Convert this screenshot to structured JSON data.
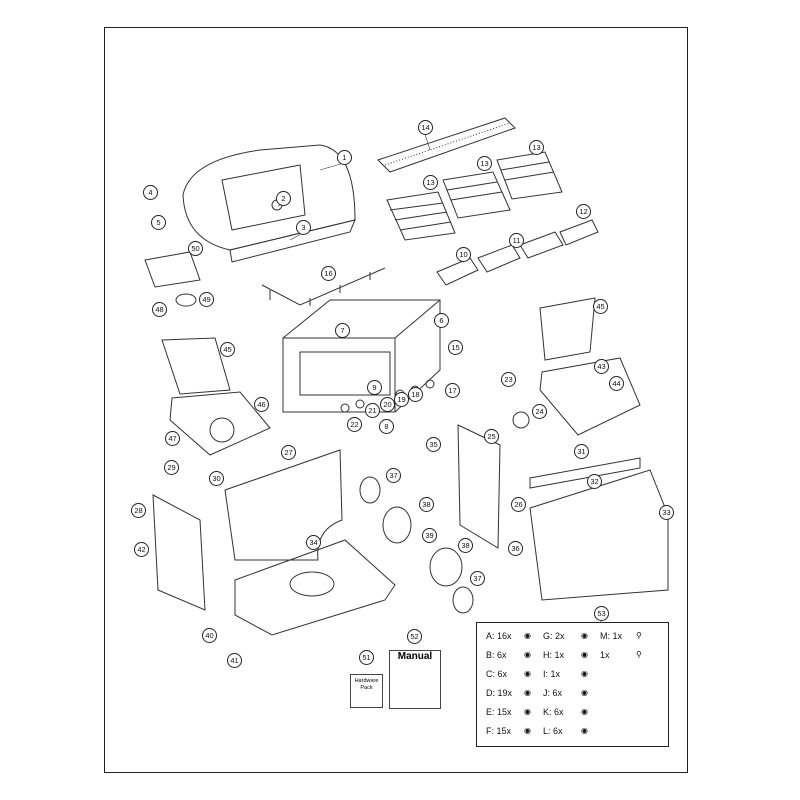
{
  "diagram": {
    "callouts": [
      "1",
      "2",
      "3",
      "4",
      "5",
      "50",
      "14",
      "13",
      "13",
      "13",
      "12",
      "11",
      "10",
      "16",
      "48",
      "49",
      "7",
      "6",
      "15",
      "45",
      "45",
      "43",
      "44",
      "23",
      "24",
      "9",
      "17",
      "18",
      "19",
      "20",
      "21",
      "22",
      "46",
      "47",
      "8",
      "35",
      "25",
      "37",
      "37",
      "29",
      "30",
      "27",
      "31",
      "32",
      "33",
      "26",
      "28",
      "42",
      "38",
      "38",
      "39",
      "34",
      "36",
      "40",
      "41",
      "53",
      "51",
      "52"
    ],
    "manual_label": "Manual",
    "hardware_pack_label": "Hardware Pack",
    "hardware": [
      {
        "text": "A: 16x"
      },
      {
        "text": "B: 6x"
      },
      {
        "text": "C: 6x"
      },
      {
        "text": "D: 19x"
      },
      {
        "text": "E: 15x"
      },
      {
        "text": "F: 15x"
      },
      {
        "text": "G: 2x"
      },
      {
        "text": "H: 1x"
      },
      {
        "text": "I: 1x"
      },
      {
        "text": "J: 6x"
      },
      {
        "text": "K: 6x"
      },
      {
        "text": "L: 6x"
      },
      {
        "text": "M: 1x"
      },
      {
        "text": "1x"
      }
    ]
  }
}
